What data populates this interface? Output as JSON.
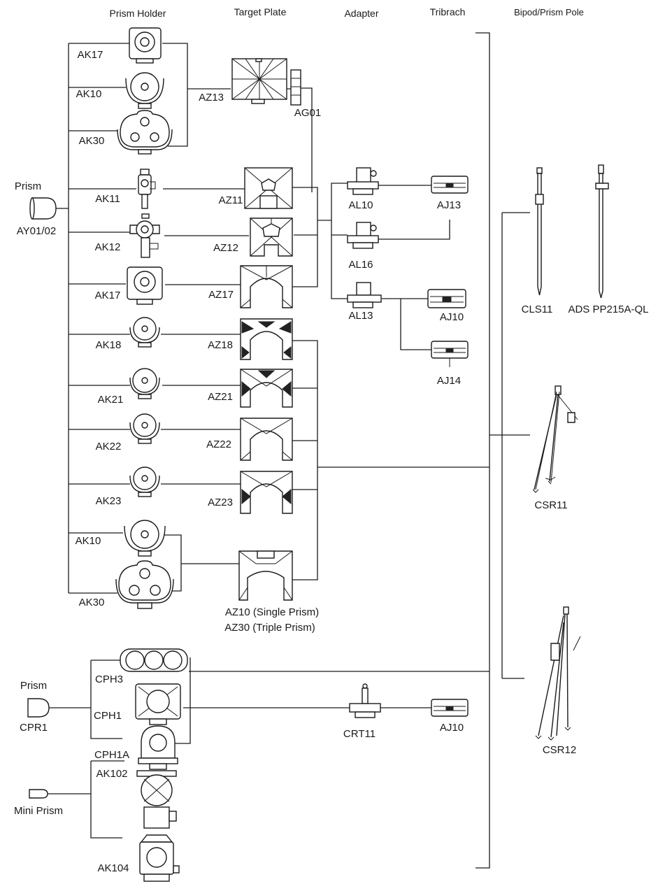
{
  "headers": {
    "prism_holder": "Prism Holder",
    "target_plate": "Target Plate",
    "adapter": "Adapter",
    "tribrach": "Tribrach",
    "bipod_pole": "Bipod/Prism Pole"
  },
  "prisms": {
    "prism_label": "Prism",
    "prism_model": "AY01/02",
    "cpr_label": "Prism",
    "cpr_model": "CPR1",
    "mini_prism": "Mini Prism"
  },
  "holders": [
    "AK17",
    "AK10",
    "AK30",
    "AK11",
    "AK12",
    "AK17",
    "AK18",
    "AK21",
    "AK22",
    "AK23",
    "AK10",
    "AK30",
    "CPH3",
    "CPH1",
    "CPH1A",
    "AK102",
    "AK104"
  ],
  "plates": [
    "AZ13",
    "AG01",
    "AZ11",
    "AZ12",
    "AZ17",
    "AZ18",
    "AZ21",
    "AZ22",
    "AZ23"
  ],
  "plate_combo": [
    "AZ10 (Single Prism)",
    "AZ30 (Triple Prism)"
  ],
  "adapters": [
    "AL10",
    "AL16",
    "AL13",
    "CRT11"
  ],
  "tribrachs": [
    "AJ13",
    "AJ10",
    "AJ14",
    "AJ10"
  ],
  "poles": [
    "CLS11",
    "ADS PP215A-QL",
    "CSR11",
    "CSR12"
  ]
}
